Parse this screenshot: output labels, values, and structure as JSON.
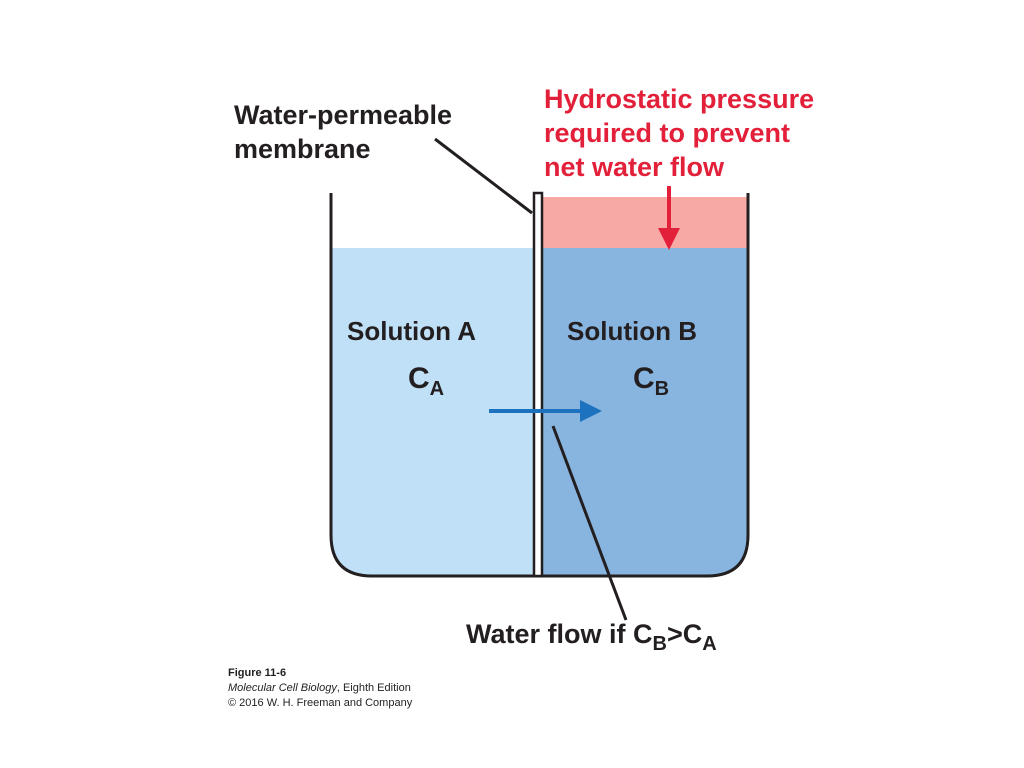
{
  "labels": {
    "membrane": [
      "Water-permeable",
      "membrane"
    ],
    "pressure": [
      "Hydrostatic pressure",
      "required to prevent",
      "net water flow"
    ],
    "solution_a": {
      "name": "Solution A",
      "conc_symbol": "C",
      "conc_sub": "A"
    },
    "solution_b": {
      "name": "Solution B",
      "conc_symbol": "C",
      "conc_sub": "B"
    },
    "flow": {
      "prefix": "Water flow if ",
      "c1": "C",
      "c1_sub": "B",
      "op": ">",
      "c2": "C",
      "c2_sub": "A"
    }
  },
  "caption": {
    "figure": "Figure 11-6",
    "book_title": "Molecular Cell Biology",
    "book_edition": ", Eighth Edition",
    "copyright": "© 2016 W. H. Freeman and Company"
  },
  "colors": {
    "solution_a": "#bfe0f6",
    "solution_b": "#88b5e0",
    "pressure_fill": "#f6a9a5",
    "pressure_text": "#e3203a",
    "flow_arrow": "#1d72c0",
    "outline": "#231f20"
  }
}
